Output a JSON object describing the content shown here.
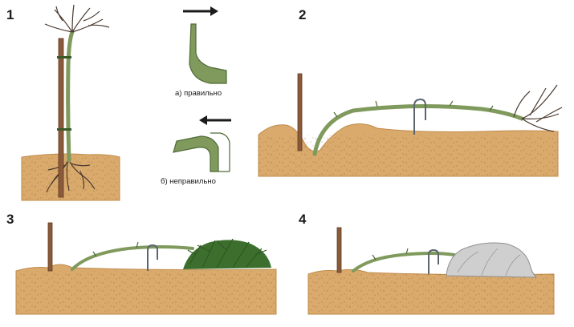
{
  "panels": [
    {
      "number": "1"
    },
    {
      "number": "2"
    },
    {
      "number": "3"
    },
    {
      "number": "4"
    }
  ],
  "captions": {
    "correct": "а) правильно",
    "incorrect": "б) неправильно"
  },
  "colors": {
    "soil": "#d9aa6c",
    "soil_dark": "#c08a4a",
    "stem": "#7f9a5c",
    "stem_dark": "#4f6a36",
    "stake": "#8a5a3a",
    "branches": "#4a3a30",
    "needles": "#3c6e2e",
    "cover": "#cfcfd0",
    "arrow": "#1b1b1b"
  }
}
